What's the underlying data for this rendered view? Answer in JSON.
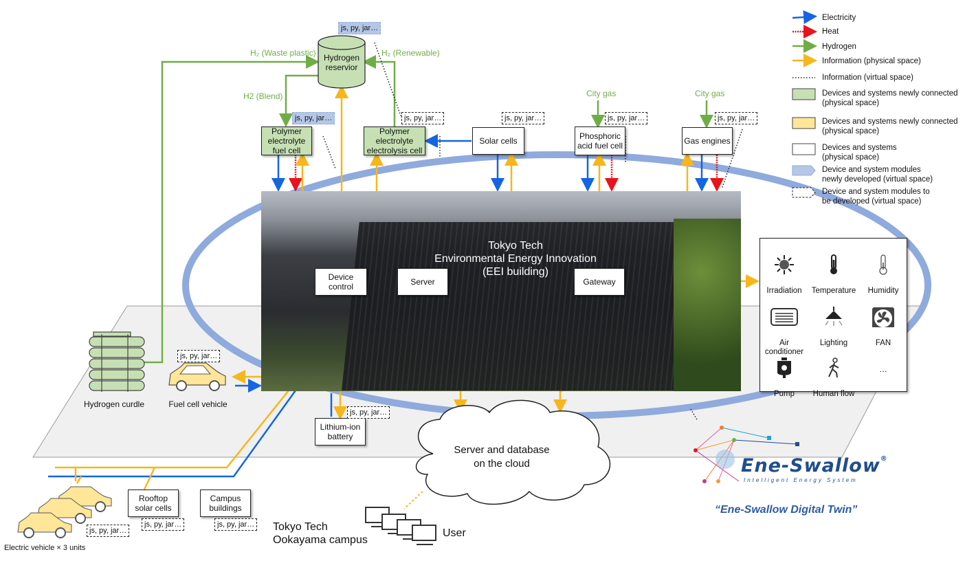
{
  "legend": {
    "electricity": "Electricity",
    "heat": "Heat",
    "hydrogen": "Hydrogen",
    "info_physical": "Information (physical space)",
    "info_virtual": "Information (virtual space)",
    "green_devices": "Devices and systems newly connected\n(physical space)",
    "yellow_devices": "Devices and systems newly connected\n(physical space)",
    "white_devices": "Devices and systems\n(physical space)",
    "blue_modules": "Device and system modules\nnewly developed (virtual space)",
    "dashed_modules": "Device and system modules to\nbe developed (virtual space)"
  },
  "colors": {
    "electricity": "#1565e0",
    "heat": "#e8141c",
    "hydrogen": "#70ad47",
    "info": "#f5b71c",
    "ring": "#8faadc",
    "green_fill": "#c6e0b4",
    "yellow_fill": "#ffe699",
    "blue_module": "#b4c7e7"
  },
  "module_label": "js, py, jar…",
  "nodes": {
    "hydrogen_reservoir": "Hydrogen\nreservior",
    "pefc": "Polymer\nelectrolyte\nfuel cell",
    "pe_electrolysis": "Polymer\nelectrolyte\nelectrolysis cell",
    "solar_cells": "Solar cells",
    "pafc": "Phosphoric\nacid fuel cell",
    "gas_engines": "Gas engines",
    "device_control": "Device\ncontrol",
    "server": "Server",
    "gateway": "Gateway",
    "battery": "Lithium-ion\nbattery",
    "rooftop_solar": "Rooftop\nsolar cells",
    "campus_buildings": "Campus\nbuildings"
  },
  "flow_labels": {
    "h2_waste": "H₂ (Waste plastic)",
    "h2_renewable": "H₂ (Renewable)",
    "h2_blend": "H2 (Blend)",
    "city_gas_1": "City gas",
    "city_gas_2": "City gas"
  },
  "photo_title": "Tokyo Tech\nEnvironmental Energy Innovation\n(EEI building)",
  "objects": {
    "hydrogen_curdle": "Hydrogen curdle",
    "fuel_cell_vehicle": "Fuel cell vehicle",
    "electric_vehicle": "Electric vehicle × 3 units",
    "campus": "Tokyo Tech\nOokayama campus",
    "user": "User",
    "cloud": "Server and database\non the cloud"
  },
  "sensors": [
    {
      "label": "Irradiation",
      "icon": "sun-icon"
    },
    {
      "label": "Temperature",
      "icon": "thermometer-icon"
    },
    {
      "label": "Humidity",
      "icon": "humidity-thermometer-icon"
    },
    {
      "label": "Air\nconditioner",
      "icon": "air-conditioner-icon"
    },
    {
      "label": "Lighting",
      "icon": "lamp-icon"
    },
    {
      "label": "FAN",
      "icon": "fan-icon"
    },
    {
      "label": "Pump",
      "icon": "pump-icon"
    },
    {
      "label": "Human flow",
      "icon": "walking-person-icon"
    },
    {
      "label": "…",
      "icon": ""
    }
  ],
  "logo": {
    "name": "Ene-Swallow",
    "registered": "®",
    "subtitle": "Intelligent Energy System",
    "tagline": "“Ene-Swallow Digital Twin”"
  }
}
